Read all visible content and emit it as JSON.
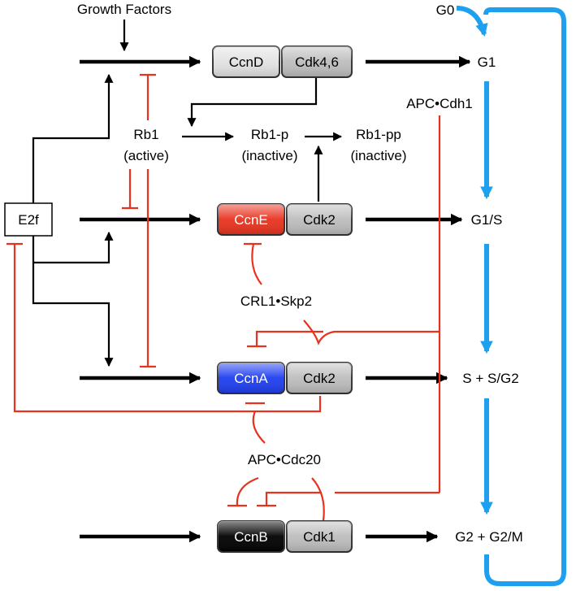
{
  "labels": {
    "growth_factors": "Growth Factors",
    "g0": "G0",
    "g1": "G1",
    "g1s": "G1/S",
    "s_sg2": "S + S/G2",
    "g2_g2m": "G2 + G2/M",
    "apc_cdh1": "APC•Cdh1",
    "crl1_skp2": "CRL1•Skp2",
    "apc_cdc20": "APC•Cdc20",
    "e2f": "E2f",
    "rb1": "Rb1",
    "rb1_state": "(active)",
    "rb1p": "Rb1-p",
    "rb1p_state": "(inactive)",
    "rb1pp": "Rb1-pp",
    "rb1pp_state": "(inactive)"
  },
  "complexes": [
    {
      "cyclin": "CcnD",
      "cdk": "Cdk4,6",
      "cyclin_color": "#e2e2e2",
      "cyclin_text": "#000000"
    },
    {
      "cyclin": "CcnE",
      "cdk": "Cdk2",
      "cyclin_color": "#e8321e",
      "cyclin_text": "#ffffff"
    },
    {
      "cyclin": "CcnA",
      "cdk": "Cdk2",
      "cyclin_color": "#1e3ef0",
      "cyclin_text": "#ffffff"
    },
    {
      "cyclin": "CcnB",
      "cdk": "Cdk1",
      "cyclin_color": "#000000",
      "cyclin_text": "#ffffff"
    }
  ],
  "colors": {
    "activation": "#000000",
    "inhibition": "#e8321e",
    "cycle_arrow": "#1ea0f0",
    "cdk_box": "#bdbdbd"
  }
}
